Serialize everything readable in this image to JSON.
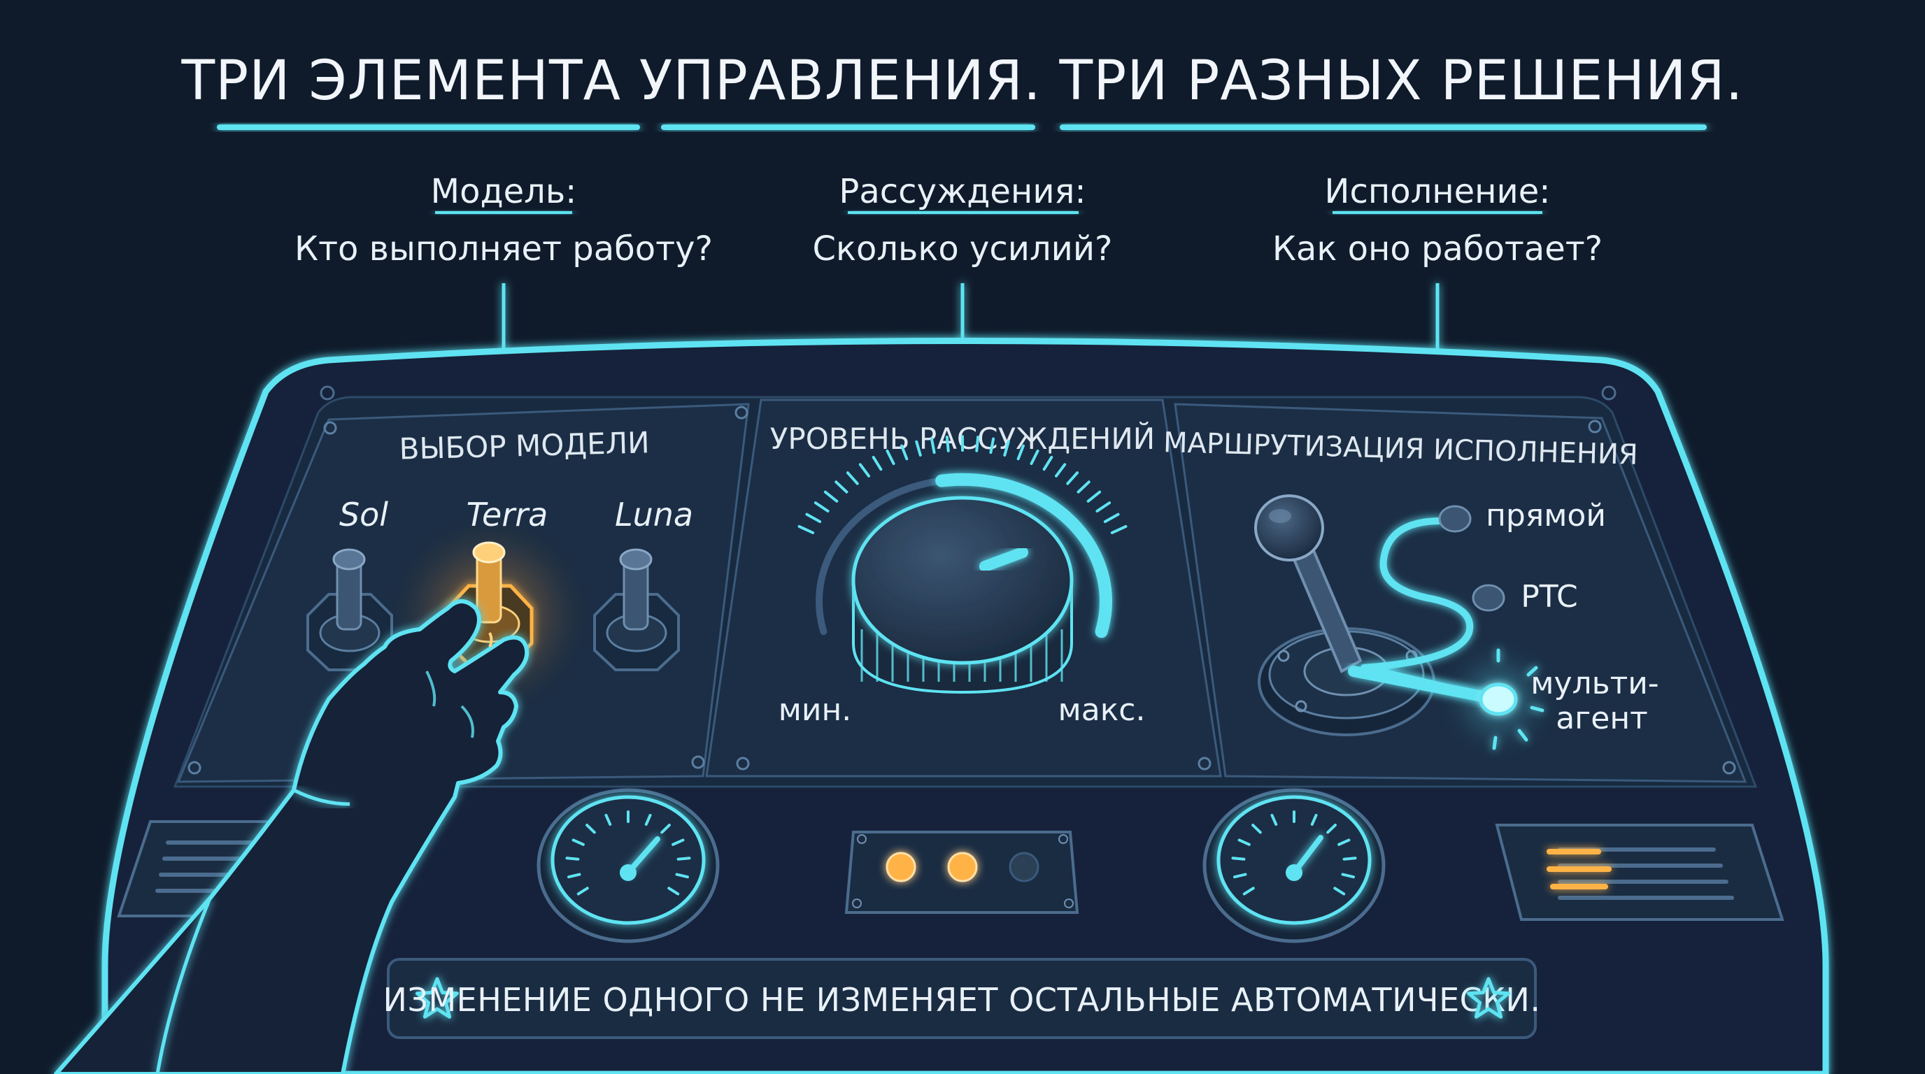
{
  "title": "ТРИ ЭЛЕМЕНТА УПРАВЛЕНИЯ. ТРИ РАЗНЫХ РЕШЕНИЯ.",
  "questions": [
    {
      "label": "Модель:",
      "question": "Кто выполняет работу?"
    },
    {
      "label": "Рассуждения:",
      "question": "Сколько усилий?"
    },
    {
      "label": "Исполнение:",
      "question": "Как оно работает?"
    }
  ],
  "model_panel": {
    "title": "ВЫБОР МОДЕЛИ",
    "options": [
      "Sol",
      "Terra",
      "Luna"
    ],
    "selected": "Terra"
  },
  "reasoning_panel": {
    "title": "УРОВЕНЬ РАССУЖДЕНИЙ",
    "min_label": "мин.",
    "max_label": "макс.",
    "level": 0.78
  },
  "execution_panel": {
    "title": "МАРШРУТИЗАЦИЯ ИСПОЛНЕНИЯ",
    "routes": [
      "прямой",
      "PTC",
      "мульти-",
      "агент"
    ],
    "selected_route": "мульти-агент"
  },
  "indicator_lights": [
    "on",
    "on",
    "off"
  ],
  "footer_note": "ИЗМЕНЕНИЕ ОДНОГО НЕ ИЗМЕНЯЕТ ОСТАЛЬНЫЕ АВТОМАТИЧЕСКИ.",
  "colors": {
    "background": "#0f1b2b",
    "accent": "#5fe3f2",
    "glow_orange": "#ffb347",
    "panel": "#1a2c42",
    "text": "#e9f1f8"
  }
}
